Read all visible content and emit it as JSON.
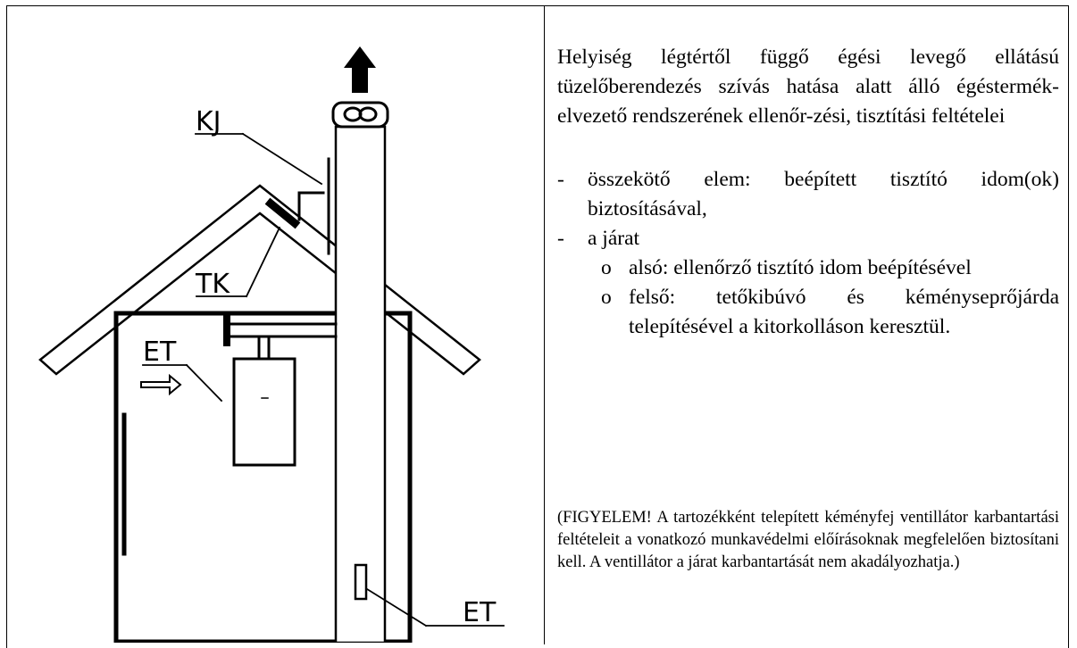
{
  "diagram": {
    "labels": {
      "kj": "KJ",
      "tk": "TK",
      "et_top": "ET",
      "et_bottom": "ET"
    }
  },
  "text": {
    "heading": "Helyiség légtértől függő égési levegő ellátású tüzelőberendezés szívás hatása alatt álló égéstermék-elvezető rendszerének ellenőr-zési, tisztítási feltételei",
    "item1_dash": "-",
    "item1": "összekötő elem: beépített tisztító idom(ok) biztosításával,",
    "item2_dash": "-",
    "item2": "a járat",
    "sub1_marker": "o",
    "sub1": "alsó: ellenőrző tisztító idom beépítésével",
    "sub2_marker": "o",
    "sub2": "felső: tetőkibúvó és kéményseprőjárda telepítésével a kitorkolláson keresztül.",
    "note": "(FIGYELEM! A tartozékként telepített kéményfej ventillátor karbantartási feltételeit a vonatkozó munkavédelmi előírásoknak megfelelően biztosítani kell. A ventillátor a járat karbantartását nem akadályozhatja.)"
  }
}
